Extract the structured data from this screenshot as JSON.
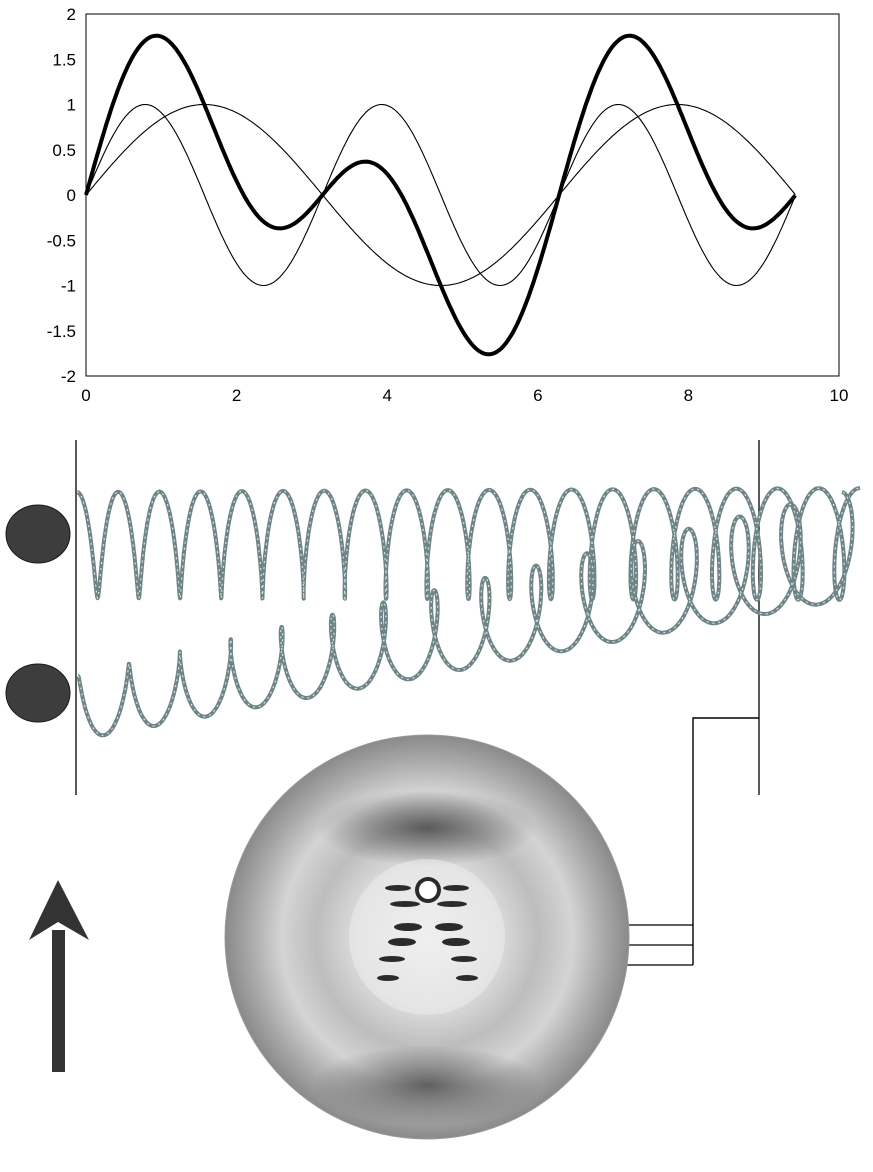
{
  "chart_data": {
    "type": "line",
    "title": "",
    "xlabel": "",
    "ylabel": "",
    "xlim": [
      0,
      10
    ],
    "ylim": [
      -2,
      2
    ],
    "x_ticks": [
      "0",
      "2",
      "4",
      "6",
      "8",
      "10"
    ],
    "y_ticks": [
      "2",
      "1.5",
      "1",
      "0.5",
      "0",
      "-0.5",
      "-1",
      "-1.5",
      "-2"
    ],
    "grid": false,
    "legend": "none",
    "series": [
      {
        "function": "sin(2x)",
        "x_range": [
          0,
          9.42
        ],
        "line": "thin",
        "color": "#000000"
      },
      {
        "function": "sin(x)",
        "x_range": [
          0,
          9.42
        ],
        "line": "thin",
        "color": "#000000"
      },
      {
        "function": "sin(x) + sin(2x)",
        "x_range": [
          0,
          9.42
        ],
        "line": "thick",
        "color": "#000000"
      }
    ]
  },
  "diagram": {
    "molecule_color": "#6e8486",
    "upper_helix_turns": 19,
    "lower_helix_turns": 15,
    "diffraction_arrows": 3
  }
}
